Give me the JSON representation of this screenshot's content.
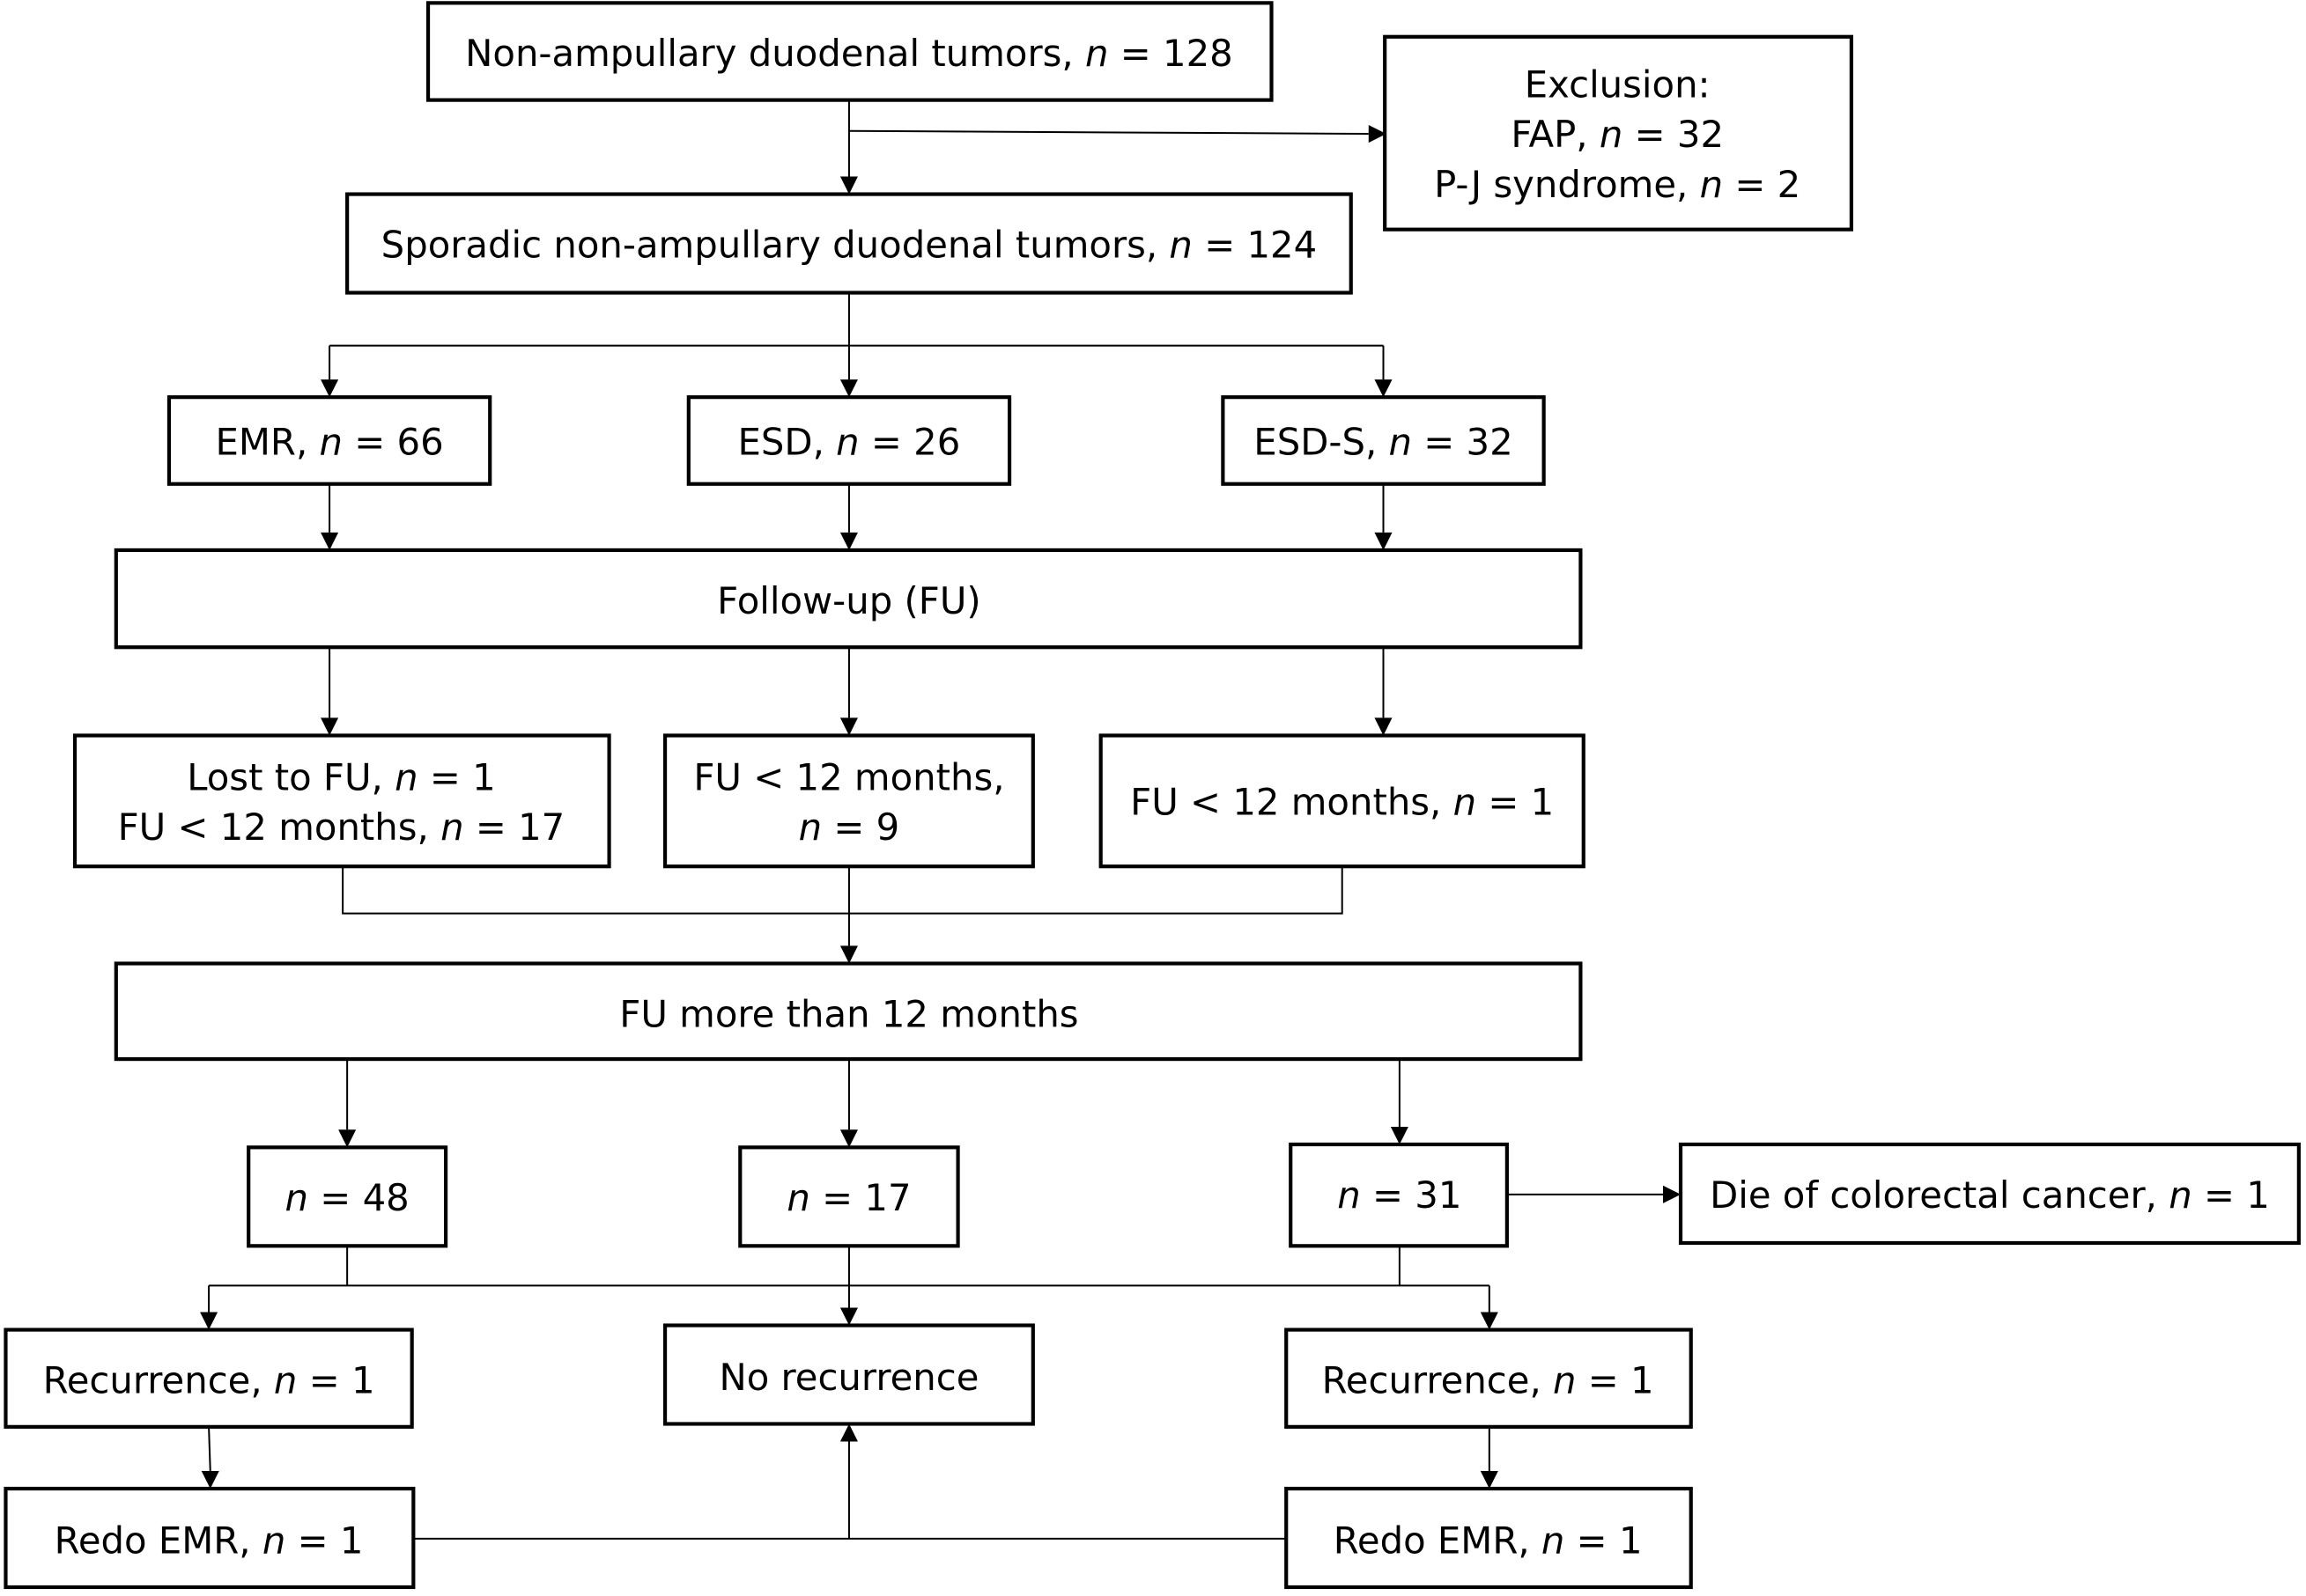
{
  "diagram": {
    "type": "flowchart",
    "nodes": {
      "total": {
        "prefix": "Non-ampullary duodenal tumors, ",
        "var": "n",
        "suffix": " = 128"
      },
      "exclusion": {
        "title": "Exclusion:",
        "fap_prefix": "FAP, ",
        "fap_suffix": " = 32",
        "pj_prefix": "P-J syndrome, ",
        "pj_suffix": " = 2"
      },
      "sporadic": {
        "prefix": "Sporadic non-ampullary duodenal tumors, ",
        "suffix": " = 124"
      },
      "emr": {
        "prefix": "EMR, ",
        "suffix": " = 66"
      },
      "esd": {
        "prefix": "ESD, ",
        "suffix": " = 26"
      },
      "esds": {
        "prefix": "ESD-S, ",
        "suffix": " = 32"
      },
      "followup": {
        "label": "Follow-up (FU)"
      },
      "emr_lost": {
        "line1_prefix": "Lost to FU, ",
        "line1_suffix": " = 1",
        "line2_prefix": "FU < 12 months, ",
        "line2_suffix": " = 17"
      },
      "esd_lost": {
        "line1": "FU < 12 months,",
        "line2_suffix": " = 9"
      },
      "esds_lost": {
        "prefix": "FU < 12 months, ",
        "suffix": " = 1"
      },
      "fu12": {
        "label": "FU more than 12 months"
      },
      "emr_n": {
        "suffix": " = 48"
      },
      "esd_n": {
        "suffix": " = 17"
      },
      "esds_n": {
        "suffix": " = 31"
      },
      "death": {
        "prefix": "Die of colorectal cancer, ",
        "suffix": " = 1"
      },
      "rec_left": {
        "prefix": "Recurrence, ",
        "suffix": " = 1"
      },
      "no_rec": {
        "label": "No recurrence"
      },
      "rec_right": {
        "prefix": "Recurrence, ",
        "suffix": " = 1"
      },
      "redo_left": {
        "prefix": "Redo EMR, ",
        "suffix": " = 1"
      },
      "redo_right": {
        "prefix": "Redo EMR, ",
        "suffix": " = 1"
      }
    }
  }
}
